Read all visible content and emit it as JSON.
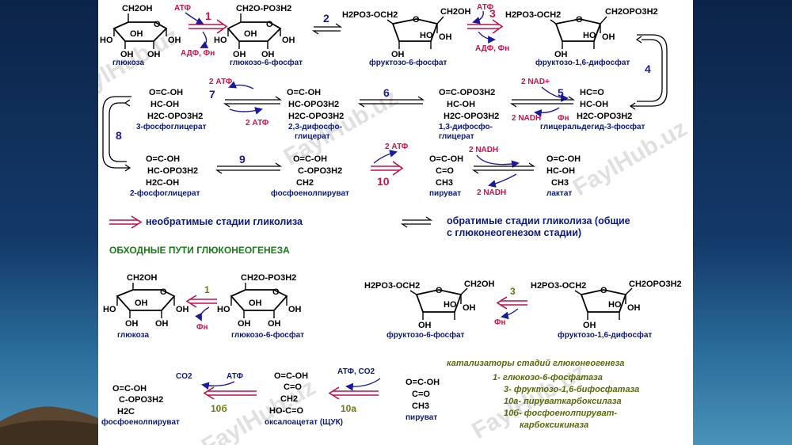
{
  "watermark": "FaylHub.uz",
  "top_pathway": {
    "glucose": {
      "ch2oh": "CH2OH",
      "oh_1": "OH",
      "oh_2": "OH",
      "oh_3": "OH",
      "oh_4": "HO",
      "oh_5": "OH",
      "name": "глюкоза"
    },
    "g6p": {
      "group": "CH2O-PO3H2",
      "oh_1": "OH",
      "oh_2": "OH",
      "oh_3": "OH",
      "oh_4": "HO",
      "oh_5": "OH",
      "name": "глюкозо-6-фосфат"
    },
    "f6p": {
      "left_group": "H2PO3-OCH2",
      "right_group": "CH2OH",
      "oh_1": "HO",
      "oh_2": "OH",
      "oh_3": "OH",
      "name": "фруктозо-6-фосфат"
    },
    "f16bp": {
      "left_group": "H2PO3-OCH2",
      "right_group": "CH2OPO3H2",
      "oh_1": "HO",
      "oh_2": "OH",
      "oh_3": "OH",
      "name": "фруктозо-1,6-дифосфат"
    },
    "gap": {
      "l1": "HC=O",
      "l2": "HC-OH",
      "l3": "H2C-OPO3H2",
      "name": "глицеральдегид-3-фосфат"
    },
    "bpg13": {
      "l1": "O=C-OPO3H2",
      "l2": "HC-OH",
      "l3": "H2C-OPO3H2",
      "name1": "1,3-дифосфо-",
      "name2": "глицерат"
    },
    "bpg23": {
      "l1": "O=C-OH",
      "l2": "HC-OPO3H2",
      "l3": "H2C-OPO3H2",
      "name1": "2,3-дифосфо-",
      "name2": "глицерат"
    },
    "pg3": {
      "l1": "O=C-OH",
      "l2": "HC-OH",
      "l3": "H2C-OPO3H2",
      "name": "3-фосфоглицерат"
    },
    "pg2": {
      "l1": "O=C-OH",
      "l2": "HC-OPO3H2",
      "l3": "H2C-OH",
      "name": "2-фосфоглицерат"
    },
    "pep": {
      "l1": "O=C-OH",
      "l2": "C-OPO3H2",
      "l3": "CH2",
      "name": "фосфоенолпируват"
    },
    "pyruvate": {
      "l1": "O=C-OH",
      "l2": "C=O",
      "l3": "CH3",
      "name": "пируват"
    },
    "lactate": {
      "l1": "O=C-OH",
      "l2": "HC-OH",
      "l3": "CH3",
      "name": "лактат"
    },
    "steps": {
      "s1": "1",
      "s2": "2",
      "s3": "3",
      "s4": "4",
      "s5": "5",
      "s6": "6",
      "s7": "7",
      "s8": "8",
      "s9": "9",
      "s10": "10"
    },
    "cofactors": {
      "atp1": "АТФ",
      "adp1": "АДФ, Фн",
      "atp3": "АТФ",
      "adp3": "АДФ, Фн",
      "nad": "2 NAD+",
      "nadh": "2 NADH",
      "pi5": "Фн",
      "atp7_top": "2 АТФ",
      "atp7_bottom": "2 АТФ",
      "atp10": "2 АТФ",
      "nadh_top": "2 NADH",
      "nadh_bottom": "2 NADH"
    }
  },
  "legend": {
    "irreversible": "необратимые стадии гликолиза",
    "reversible_1": "обратимые стадии гликолиза (общие",
    "reversible_2": "с глюконеогенезом стадии)"
  },
  "bypass": {
    "title": "ОБХОДНЫЕ ПУТИ ГЛЮКОНЕОГЕНЕЗА",
    "glucose": {
      "ch2oh": "CH2OH",
      "oh_1": "OH",
      "oh_2": "OH",
      "oh_3": "OH",
      "oh_4": "HO",
      "oh_5": "OH",
      "name": "глюкоза"
    },
    "g6p": {
      "group": "CH2O-PO3H2",
      "oh_1": "OH",
      "oh_2": "OH",
      "oh_3": "OH",
      "oh_4": "HO",
      "oh_5": "OH",
      "name": "глюкозо-6-фосфат"
    },
    "step1": "1",
    "pi1": "Фн",
    "f6p": {
      "left_group": "H2PO3-OCH2",
      "right_group": "CH2OH",
      "oh_1": "HO",
      "oh_2": "OH",
      "oh_3": "OH",
      "name": "фруктозо-6-фосфат"
    },
    "f16bp": {
      "left_group": "H2PO3-OCH2",
      "right_group": "CH2OPO3H2",
      "oh_1": "HO",
      "oh_2": "OH",
      "oh_3": "OH",
      "name": "фруктозо-1,6-дифосфат"
    },
    "step3": "3",
    "pi3": "Фн",
    "pep": {
      "l1": "O=C-OH",
      "l2": "C-OPO3H2",
      "l3": "H2C",
      "name": "фосфоенолпируват"
    },
    "oaa": {
      "l1": "O=C-OH",
      "l2": "C=O",
      "l3": "CH2",
      "l4": "HO-C=O",
      "name": "оксалоацетат (ЩУК)"
    },
    "pyruvate": {
      "l1": "O=C-OH",
      "l2": "C=O",
      "l3": "CH3",
      "name": "пируват"
    },
    "co2": "CO2",
    "atp_b": "АТФ",
    "step10b": "10б",
    "atp_co2": "АТФ, CO2",
    "step10a": "10а"
  },
  "catalysts": {
    "title": "катализаторы стадий глюконеогенеза",
    "items": [
      "1- глюкозо-6-фосфатаза",
      "3- фруктозо-1,6-бифосфатаза",
      "10а- пируваткарбоксилаза",
      "10б- фосфоенолпируват-",
      "карбоксикиназа"
    ]
  }
}
